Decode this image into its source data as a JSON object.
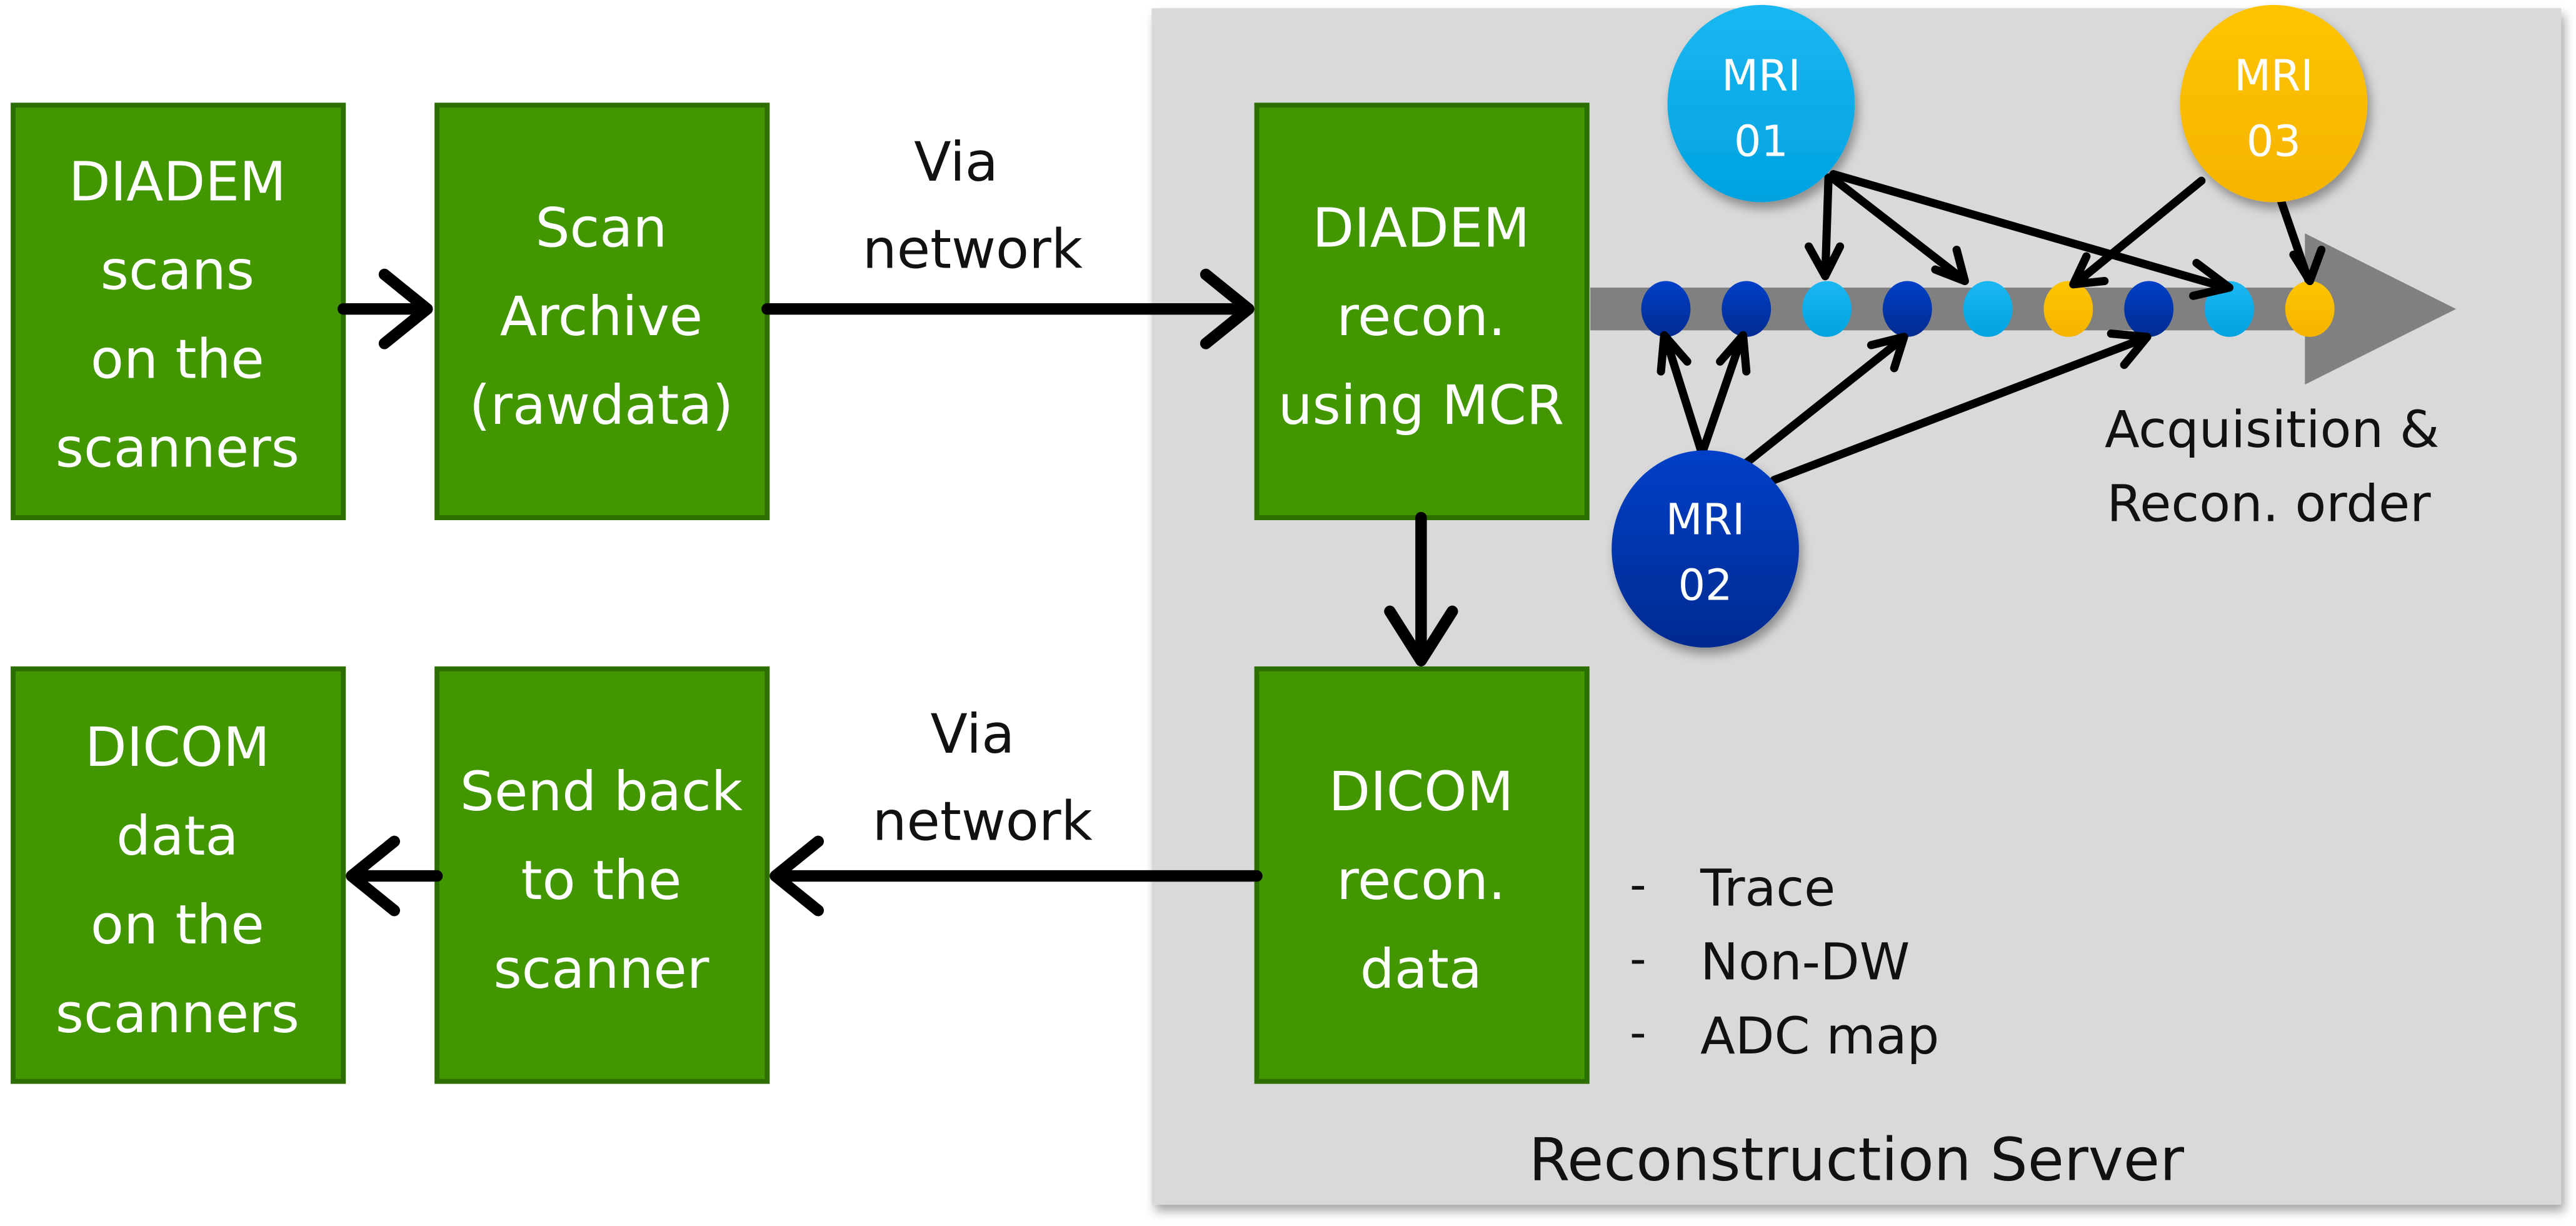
{
  "colors": {
    "box_fill": "#429600",
    "box_border": "#2d6e00",
    "server_bg": "#d9d9d9",
    "mri01": "#00b0f0",
    "mri02": "#0033aa",
    "mri03": "#ffc000",
    "timeline": "#808080"
  },
  "boxes": {
    "diadem_scans": [
      "DIADEM",
      "scans",
      "on the",
      "scanners"
    ],
    "scan_archive": [
      "Scan",
      "Archive",
      "(rawdata)"
    ],
    "diadem_recon": [
      "DIADEM",
      "recon.",
      "using MCR"
    ],
    "dicom_recon": [
      "DICOM",
      "recon.",
      "data"
    ],
    "send_back": [
      "Send back",
      "to the",
      "scanner"
    ],
    "dicom_data": [
      "DICOM",
      "data",
      "on the",
      "scanners"
    ]
  },
  "labels": {
    "via_network_top": [
      "Via",
      "network"
    ],
    "via_network_bottom": [
      "Via",
      "network"
    ],
    "order": [
      "Acquisition &",
      "Recon. order"
    ],
    "server_title": "Reconstruction Server"
  },
  "outputs": [
    "Trace",
    "Non-DW",
    "ADC map"
  ],
  "bullet": "-",
  "scanners": [
    {
      "id": "mri01",
      "lines": [
        "MRI",
        "01"
      ]
    },
    {
      "id": "mri02",
      "lines": [
        "MRI",
        "02"
      ]
    },
    {
      "id": "mri03",
      "lines": [
        "MRI",
        "03"
      ]
    }
  ],
  "timeline_dots": [
    "mri02",
    "mri02",
    "mri01",
    "mri02",
    "mri01",
    "mri03",
    "mri02",
    "mri01",
    "mri03"
  ]
}
